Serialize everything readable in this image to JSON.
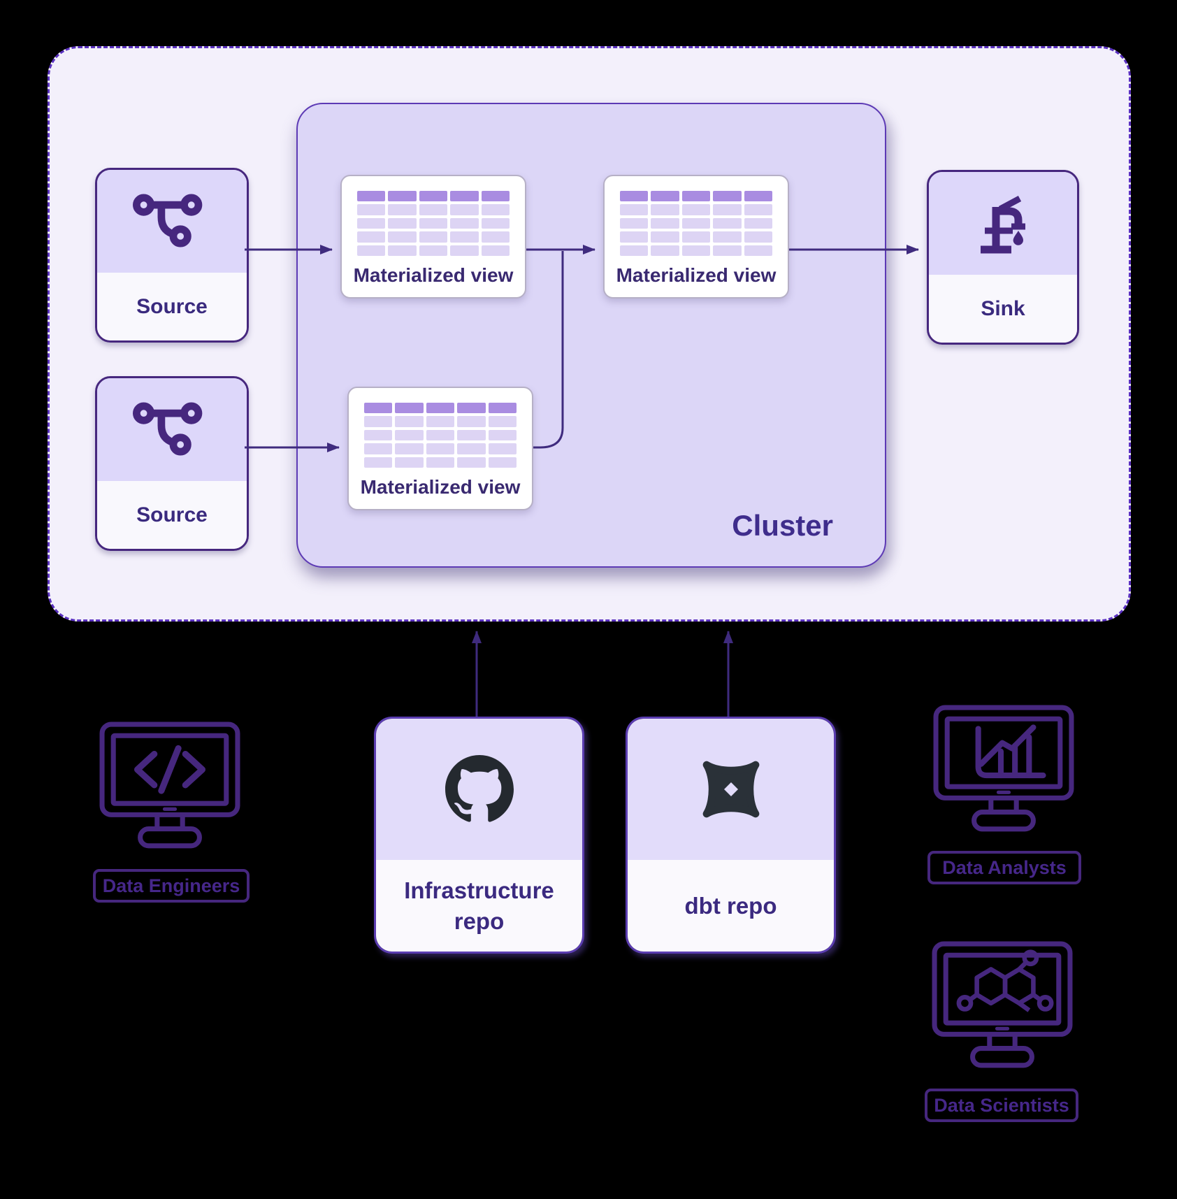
{
  "cluster": {
    "label": "Cluster"
  },
  "nodes": {
    "source_top": {
      "label": "Source",
      "icon": "git-branch-icon"
    },
    "source_bottom": {
      "label": "Source",
      "icon": "git-branch-icon"
    },
    "mv_top_left": {
      "label": "Materialized view",
      "icon": "table-icon"
    },
    "mv_top_right": {
      "label": "Materialized view",
      "icon": "table-icon"
    },
    "mv_bottom": {
      "label": "Materialized view",
      "icon": "table-icon"
    },
    "sink": {
      "label": "Sink",
      "icon": "faucet-icon"
    }
  },
  "repos": {
    "infrastructure": {
      "label_line1": "Infrastructure",
      "label_line2": "repo",
      "icon": "github-icon"
    },
    "dbt": {
      "label": "dbt repo",
      "icon": "dbt-icon"
    }
  },
  "personas": {
    "data_engineers": {
      "label": "Data Engineers",
      "icon": "monitor-code-icon"
    },
    "data_analysts": {
      "label": "Data Analysts",
      "icon": "monitor-chart-icon"
    },
    "data_scientists": {
      "label": "Data Scientists",
      "icon": "monitor-molecule-icon"
    }
  },
  "colors": {
    "background": "#000000",
    "environment_fill": "#f3f0fb",
    "environment_border": "#5a31c0",
    "cluster_fill": "#dcd6f7",
    "cluster_border": "#5d3ab5",
    "cluster_text": "#3f2d8c",
    "node_border": "#46277e",
    "node_icon_area": "#ddd7fa",
    "node_label_area": "#f9f8fd",
    "node_text": "#3a2a7e",
    "mv_fill": "#ffffff",
    "mv_border": "#b6b0c6",
    "mv_text": "#392970",
    "table_header_cell": "#a98ce1",
    "table_body_cell": "#ddd4f4",
    "arrow": "#3f2b7e",
    "repo_border": "#5b3db1",
    "repo_icon_area": "#e2dcfa",
    "repo_label_area": "#faf9fd",
    "repo_text": "#3b2a80",
    "github_icon": "#24292f",
    "dbt_icon": "#2a3138",
    "persona_icon": "#46277e",
    "persona_text": "#46278a"
  }
}
